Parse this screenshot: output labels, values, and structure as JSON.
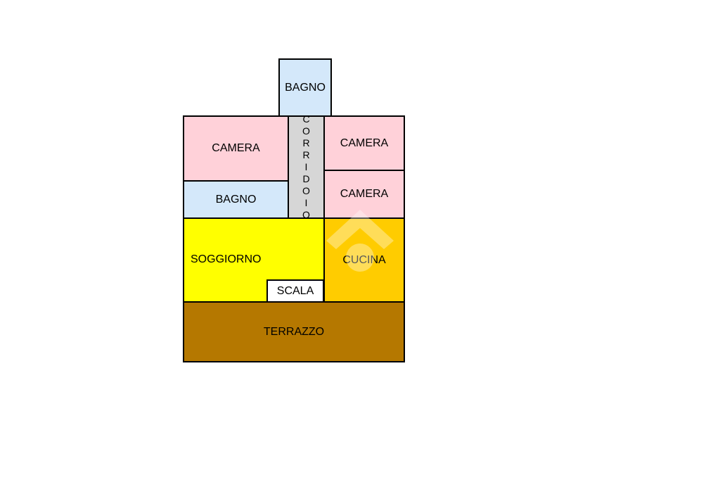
{
  "colors": {
    "camera": "#ffd1d9",
    "bagno": "#d4e8fa",
    "corridoio": "#d6d6d6",
    "soggiorno": "#ffff00",
    "cucina": "#ffcc00",
    "scala": "#ffffff",
    "terrazzo": "#b57800",
    "wall": "#000000"
  },
  "rooms": {
    "bagno_top": "BAGNO",
    "camera_top_left": "CAMERA",
    "corridoio": "CORRIDOIO",
    "camera_top_right": "CAMERA",
    "bagno_left": "BAGNO",
    "camera_mid_right": "CAMERA",
    "soggiorno": "SOGGIORNO",
    "scala": "SCALA",
    "cucina": "CUCINA",
    "terrazzo": "TERRAZZO"
  },
  "watermark_icon": "house-logo-icon"
}
